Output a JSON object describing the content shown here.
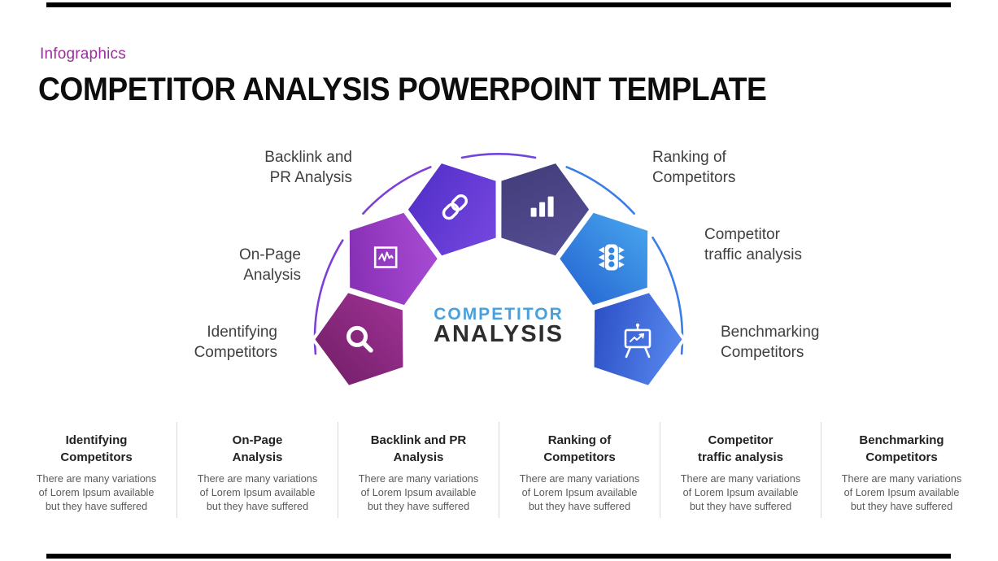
{
  "page": {
    "background": "#ffffff",
    "edge_bar_color": "#000000"
  },
  "header": {
    "eyebrow": "Infographics",
    "eyebrow_color": "#9a2e9b",
    "title": "COMPETITOR ANALYSIS POWERPOINT TEMPLATE",
    "title_color": "#0d0d0d"
  },
  "diagram": {
    "center": {
      "line1": "COMPETITOR",
      "line2": "ANALYSIS",
      "line1_color": "#4aa0dc",
      "line2_color": "#2e2e2e"
    },
    "label_color": "#3f3f3f",
    "labels": [
      {
        "line1": "Backlink and",
        "line2": "PR Analysis"
      },
      {
        "line1": "Ranking of",
        "line2": "Competitors"
      },
      {
        "line1": "On-Page",
        "line2": "Analysis"
      },
      {
        "line1": "Competitor",
        "line2": "traffic analysis"
      },
      {
        "line1": "Identifying",
        "line2": "Competitors"
      },
      {
        "line1": "Benchmarking",
        "line2": "Competitors"
      }
    ],
    "segments": [
      {
        "name": "Identifying Competitors",
        "icon": "magnifier-icon",
        "color_start": "#6e1d63",
        "color_end": "#a23398"
      },
      {
        "name": "On-Page Analysis",
        "icon": "line-chart-icon",
        "color_start": "#7d27aa",
        "color_end": "#ad4fd9"
      },
      {
        "name": "Backlink and PR Analysis",
        "icon": "link-icon",
        "color_start": "#4c2cc4",
        "color_end": "#7a49e3"
      },
      {
        "name": "Ranking of Competitors",
        "icon": "bar-chart-icon",
        "color_start": "#3f3a76",
        "color_end": "#575096"
      },
      {
        "name": "Competitor traffic analysis",
        "icon": "traffic-light-icon",
        "color_start": "#2a6ed6",
        "color_end": "#47a3ec",
        "hole_color": "#2f85e0"
      },
      {
        "name": "Benchmarking Competitors",
        "icon": "presentation-board-icon",
        "color_start": "#2a4dc4",
        "color_end": "#5585ec"
      }
    ],
    "arcs": [
      {
        "color": "#7e3fd6"
      },
      {
        "color": "#7e3fd6"
      },
      {
        "color": "#6f46dd"
      },
      {
        "color": "#3b7de6"
      },
      {
        "color": "#3b7de6"
      }
    ]
  },
  "cards": {
    "title_color": "#222222",
    "body_color": "#5a5a5a",
    "items": [
      {
        "title1": "Identifying",
        "title2": "Competitors",
        "body": [
          "There are many variations",
          "of Lorem Ipsum available",
          "but they have suffered"
        ]
      },
      {
        "title1": "On-Page",
        "title2": "Analysis",
        "body": [
          "There are many variations",
          "of Lorem Ipsum available",
          "but they have suffered"
        ]
      },
      {
        "title1": "Backlink and PR",
        "title2": "Analysis",
        "body": [
          "There are many variations",
          "of Lorem Ipsum available",
          "but they have suffered"
        ]
      },
      {
        "title1": "Ranking of",
        "title2": "Competitors",
        "body": [
          "There are many variations",
          "of Lorem Ipsum available",
          "but they have suffered"
        ]
      },
      {
        "title1": "Competitor",
        "title2": "traffic analysis",
        "body": [
          "There are many variations",
          "of Lorem Ipsum available",
          "but they have suffered"
        ]
      },
      {
        "title1": "Benchmarking",
        "title2": "Competitors",
        "body": [
          "There are many variations",
          "of Lorem Ipsum available",
          "but they have suffered"
        ]
      }
    ]
  }
}
